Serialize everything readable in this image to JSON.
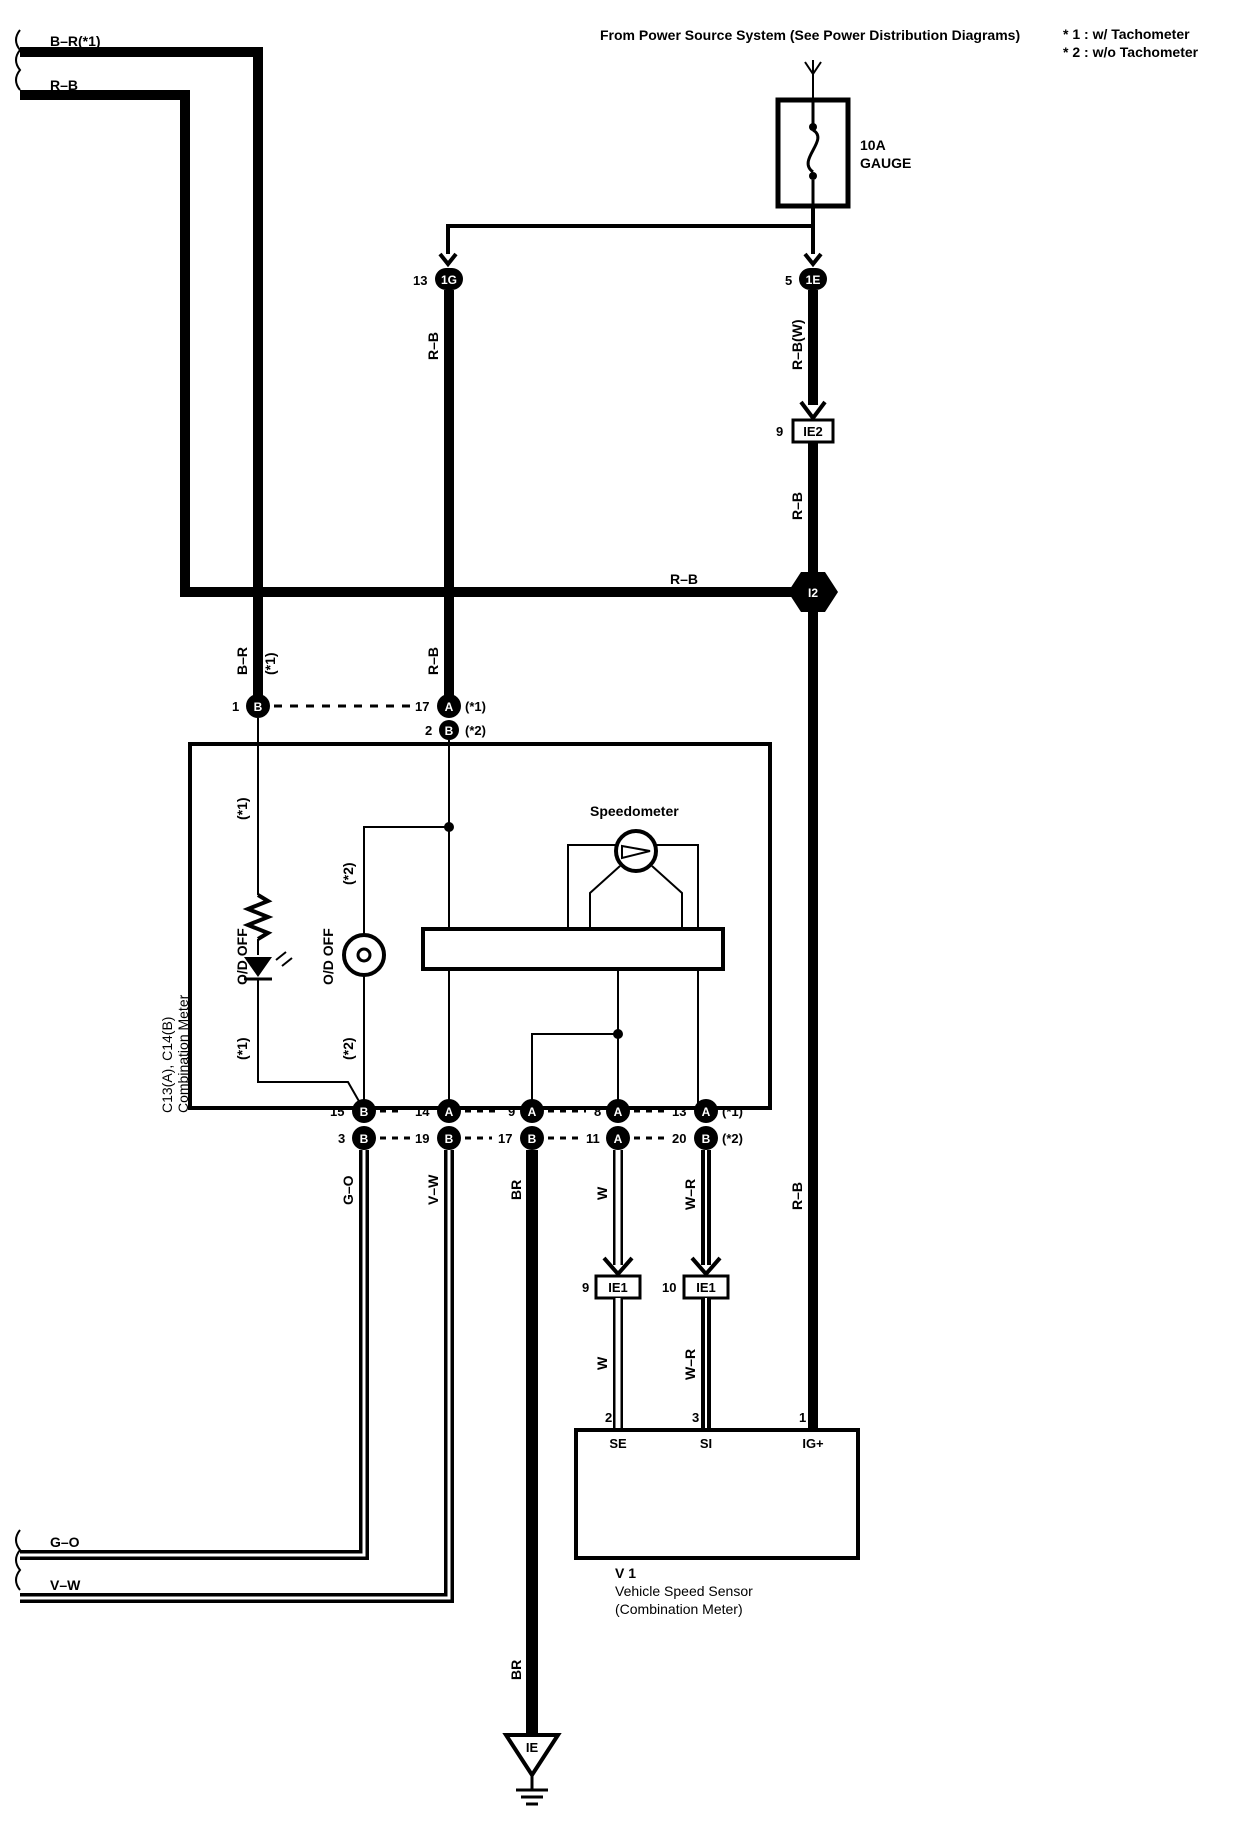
{
  "header": {
    "source_note": "From Power Source System (See Power Distribution Diagrams)",
    "note1": "* 1 : w/ Tachometer",
    "note2": "* 2 : w/o Tachometer"
  },
  "fuse": {
    "rating": "10A",
    "name": "GAUGE"
  },
  "connectors": {
    "j1": {
      "pin": "13",
      "id": "1G"
    },
    "j2": {
      "pin": "5",
      "id": "1E"
    },
    "ie2": {
      "pin": "9",
      "id": "IE2"
    },
    "i2": {
      "id": "I2"
    },
    "ie1a": {
      "pin": "9",
      "id": "IE1"
    },
    "ie1b": {
      "pin": "10",
      "id": "IE1"
    },
    "ground": {
      "id": "IE"
    }
  },
  "wires": {
    "br_tach": "B–R(*1)",
    "rb_top": "R–B",
    "rb_1": "R–B",
    "rbw": "R–B(W)",
    "rb_2": "R–B",
    "rb_horiz": "R–B",
    "br_vert": "B–R",
    "br_vert_note": "(*1)",
    "rb_3": "R–B",
    "go": "G–O",
    "vw": "V–W",
    "br": "BR",
    "w": "W",
    "wr": "W–R",
    "rb_4": "R–B",
    "w2": "W",
    "wr2": "W–R",
    "br2": "BR",
    "go_bottom": "G–O",
    "vw_bottom": "V–W"
  },
  "meter": {
    "name_line1": "C13(A), C14(B)",
    "name_line2": "Combination Meter",
    "speedometer": "Speedometer",
    "od_off_led": "O/D OFF",
    "od_off_bulb": "O/D OFF",
    "note_led_top": "(*1)",
    "note_led_bottom": "(*1)",
    "note_bulb_top": "(*2)",
    "note_bulb_bottom": "(*2)"
  },
  "top_pins": {
    "p1": {
      "num": "1",
      "conn": "B"
    },
    "p17": {
      "num": "17",
      "conn": "A",
      "note": "(*1)"
    },
    "p2": {
      "num": "2",
      "conn": "B",
      "note": "(*2)"
    }
  },
  "bottom_pins_row1": [
    {
      "num": "15",
      "conn": "B"
    },
    {
      "num": "14",
      "conn": "A"
    },
    {
      "num": "9",
      "conn": "A"
    },
    {
      "num": "8",
      "conn": "A"
    },
    {
      "num": "13",
      "conn": "A",
      "note": "(*1)"
    }
  ],
  "bottom_pins_row2": [
    {
      "num": "3",
      "conn": "B"
    },
    {
      "num": "19",
      "conn": "B"
    },
    {
      "num": "17",
      "conn": "B"
    },
    {
      "num": "11",
      "conn": "A"
    },
    {
      "num": "20",
      "conn": "B",
      "note": "(*2)"
    }
  ],
  "sensor": {
    "pin2": "2",
    "pin3": "3",
    "pin1": "1",
    "se": "SE",
    "si": "SI",
    "ig": "IG+",
    "id": "V 1",
    "name": "Vehicle Speed Sensor",
    "sub": "(Combination Meter)"
  }
}
